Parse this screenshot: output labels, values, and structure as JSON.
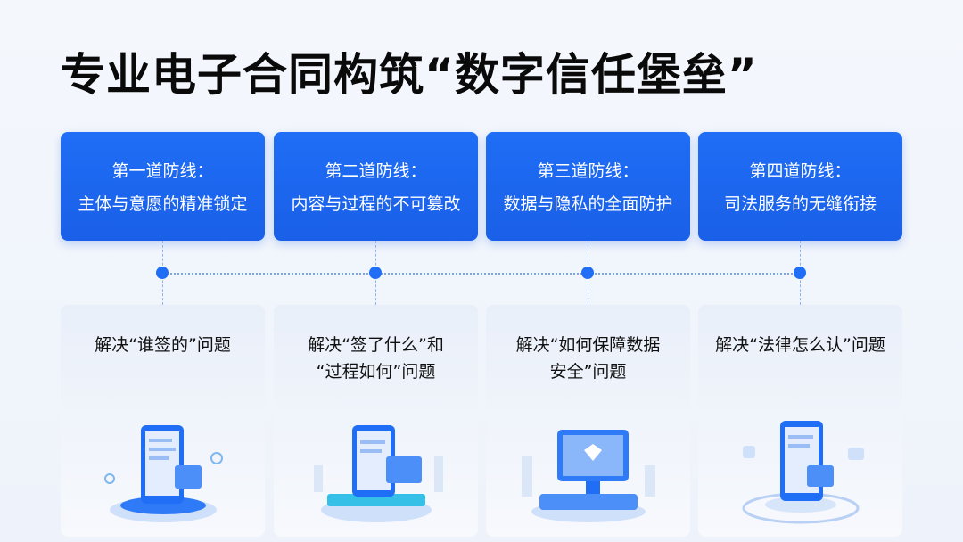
{
  "title": "专业电子合同构筑“数字信任堡垒”",
  "columns": [
    {
      "heading": "第一道防线：",
      "subtitle": "主体与意愿的精准锁定",
      "problem": [
        "解决“谁签的”问题"
      ],
      "icon": "phone-icon"
    },
    {
      "heading": "第二道防线：",
      "subtitle": "内容与过程的不可篡改",
      "problem": [
        "解决“签了什么”和",
        "“过程如何”问题"
      ],
      "icon": "tablet-document-icon"
    },
    {
      "heading": "第三道防线：",
      "subtitle": "数据与隐私的全面防护",
      "problem": [
        "解决“如何保障数据",
        "安全”问题"
      ],
      "icon": "shield-monitor-icon"
    },
    {
      "heading": "第四道防线：",
      "subtitle": "司法服务的无缝衔接",
      "problem": [
        "解决“法律怎么认”问题"
      ],
      "icon": "phone-legal-icon"
    }
  ],
  "colors": {
    "accent": "#1f6ef5"
  }
}
